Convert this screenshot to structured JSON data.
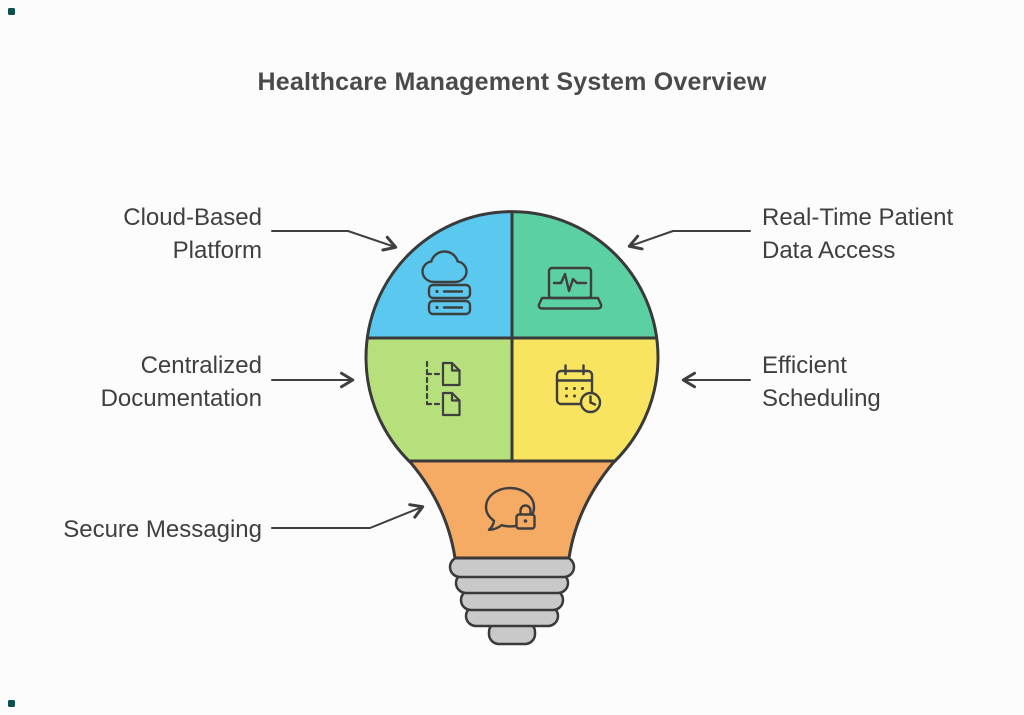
{
  "title": "Healthcare Management System Overview",
  "features": [
    {
      "id": "cloud-based-platform",
      "line1": "Cloud-Based",
      "line2": "Platform",
      "icon": "cloud-server-icon",
      "color": "#5ac8ef"
    },
    {
      "id": "real-time-patient-data-access",
      "line1": "Real-Time Patient",
      "line2": "Data Access",
      "icon": "laptop-vitals-icon",
      "color": "#5bd0a2"
    },
    {
      "id": "centralized-documentation",
      "line1": "Centralized",
      "line2": "Documentation",
      "icon": "document-flow-icon",
      "color": "#b6e07c"
    },
    {
      "id": "efficient-scheduling",
      "line1": "Efficient",
      "line2": "Scheduling",
      "icon": "calendar-clock-icon",
      "color": "#f8e45e"
    },
    {
      "id": "secure-messaging",
      "line1": "Secure Messaging",
      "icon": "chat-lock-icon",
      "color": "#f5ab63"
    }
  ],
  "colors": {
    "background": "#fcfcfc",
    "outline": "#3a3a3a",
    "text": "#3f3f3f",
    "arrow": "#3f3f3f",
    "top_left": "#5ac8ef",
    "top_right": "#5bd0a2",
    "mid_left": "#b6e07c",
    "mid_right": "#f8e45e",
    "bottom": "#f5ab63",
    "base_gray": "#c9c9c9",
    "corner_mark": "#0e4f4f"
  }
}
